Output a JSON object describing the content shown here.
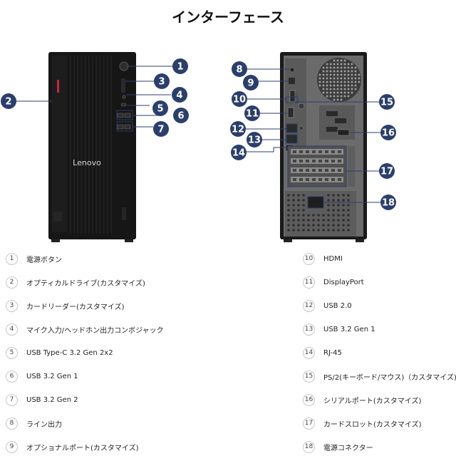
{
  "title": "インターフェース",
  "brand": "Lenovo",
  "colors": {
    "badge": "#2b3f6c",
    "chassis": "#161616",
    "rear_panel": "#6b6b6b",
    "leader": "#2b3f6c"
  },
  "callouts": [
    {
      "n": "1"
    },
    {
      "n": "2"
    },
    {
      "n": "3"
    },
    {
      "n": "4"
    },
    {
      "n": "5"
    },
    {
      "n": "6"
    },
    {
      "n": "7"
    },
    {
      "n": "8"
    },
    {
      "n": "9"
    },
    {
      "n": "10"
    },
    {
      "n": "11"
    },
    {
      "n": "12"
    },
    {
      "n": "13"
    },
    {
      "n": "14"
    },
    {
      "n": "15"
    },
    {
      "n": "16"
    },
    {
      "n": "17"
    },
    {
      "n": "18"
    }
  ],
  "items_left": [
    {
      "n": "1",
      "label": "電源ボタン"
    },
    {
      "n": "2",
      "label": "オプティカルドライブ(カスタマイズ)"
    },
    {
      "n": "3",
      "label": "カードリーダー(カスタマイズ)"
    },
    {
      "n": "4",
      "label": "マイク入力/ヘッドホン出力コンボジャック"
    },
    {
      "n": "5",
      "label": "USB Type-C 3.2 Gen 2x2"
    },
    {
      "n": "6",
      "label": "USB 3.2 Gen 1"
    },
    {
      "n": "7",
      "label": "USB 3.2 Gen 2"
    },
    {
      "n": "8",
      "label": "ライン出力"
    },
    {
      "n": "9",
      "label": "オプショナルポート(カスタマイズ)"
    }
  ],
  "items_right": [
    {
      "n": "10",
      "label": "HDMI"
    },
    {
      "n": "11",
      "label": "DisplayPort"
    },
    {
      "n": "12",
      "label": "USB 2.0"
    },
    {
      "n": "13",
      "label": "USB 3.2 Gen 1"
    },
    {
      "n": "14",
      "label": "RJ-45"
    },
    {
      "n": "15",
      "label": "PS/2(キーボード/マウス)（カスタマイズ)"
    },
    {
      "n": "16",
      "label": "シリアルポート(カスタマイズ)"
    },
    {
      "n": "17",
      "label": "カードスロット(カスタマイズ)"
    },
    {
      "n": "18",
      "label": "電源コネクター"
    }
  ]
}
